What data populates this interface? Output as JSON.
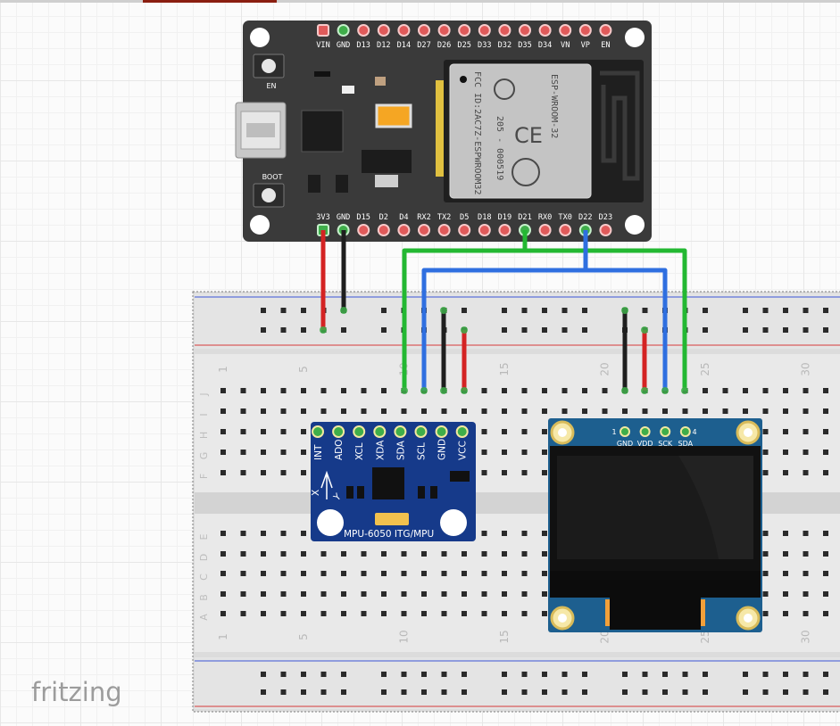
{
  "app": {
    "logo": "fritzing"
  },
  "breadboard": {
    "column_numbers": [
      "1",
      "5",
      "10",
      "15",
      "20",
      "25",
      "30"
    ],
    "rows_top": [
      "J",
      "I",
      "H",
      "G",
      "F"
    ],
    "rows_bottom": [
      "E",
      "D",
      "C",
      "B",
      "A"
    ]
  },
  "esp32": {
    "top_pins": [
      "VIN",
      "GND",
      "D13",
      "D12",
      "D14",
      "D27",
      "D26",
      "D25",
      "D33",
      "D32",
      "D35",
      "D34",
      "VN",
      "VP",
      "EN"
    ],
    "bottom_pins": [
      "3V3",
      "GND",
      "D15",
      "D2",
      "D4",
      "RX2",
      "TX2",
      "D5",
      "D18",
      "D19",
      "D21",
      "RX0",
      "TX0",
      "D22",
      "D23"
    ],
    "btn_en": "EN",
    "btn_boot": "BOOT",
    "module_lines": [
      "ESP-WROOM-32",
      "FCC ID:2AC7Z-ESPWROOM32",
      "205 - 000519"
    ]
  },
  "mpu6050": {
    "pins": [
      "INT",
      "ADO",
      "XCL",
      "XDA",
      "SDA",
      "SCL",
      "GND",
      "VCC"
    ],
    "label": "MPU-6050 ITG/MPU",
    "axis_x": "X",
    "axis_y": "Y"
  },
  "oled": {
    "pins": [
      "GND",
      "VDD",
      "SCK",
      "SDA"
    ],
    "pin_first": "1",
    "pin_last": "4"
  },
  "colors": {
    "esp_board": "#3a3a3a",
    "mpu_board": "#163a8a",
    "oled_board": "#1d5f8f",
    "wire_red": "#d42323",
    "wire_black": "#1e1e1e",
    "wire_green": "#23b832",
    "wire_blue": "#2f6fe0"
  }
}
